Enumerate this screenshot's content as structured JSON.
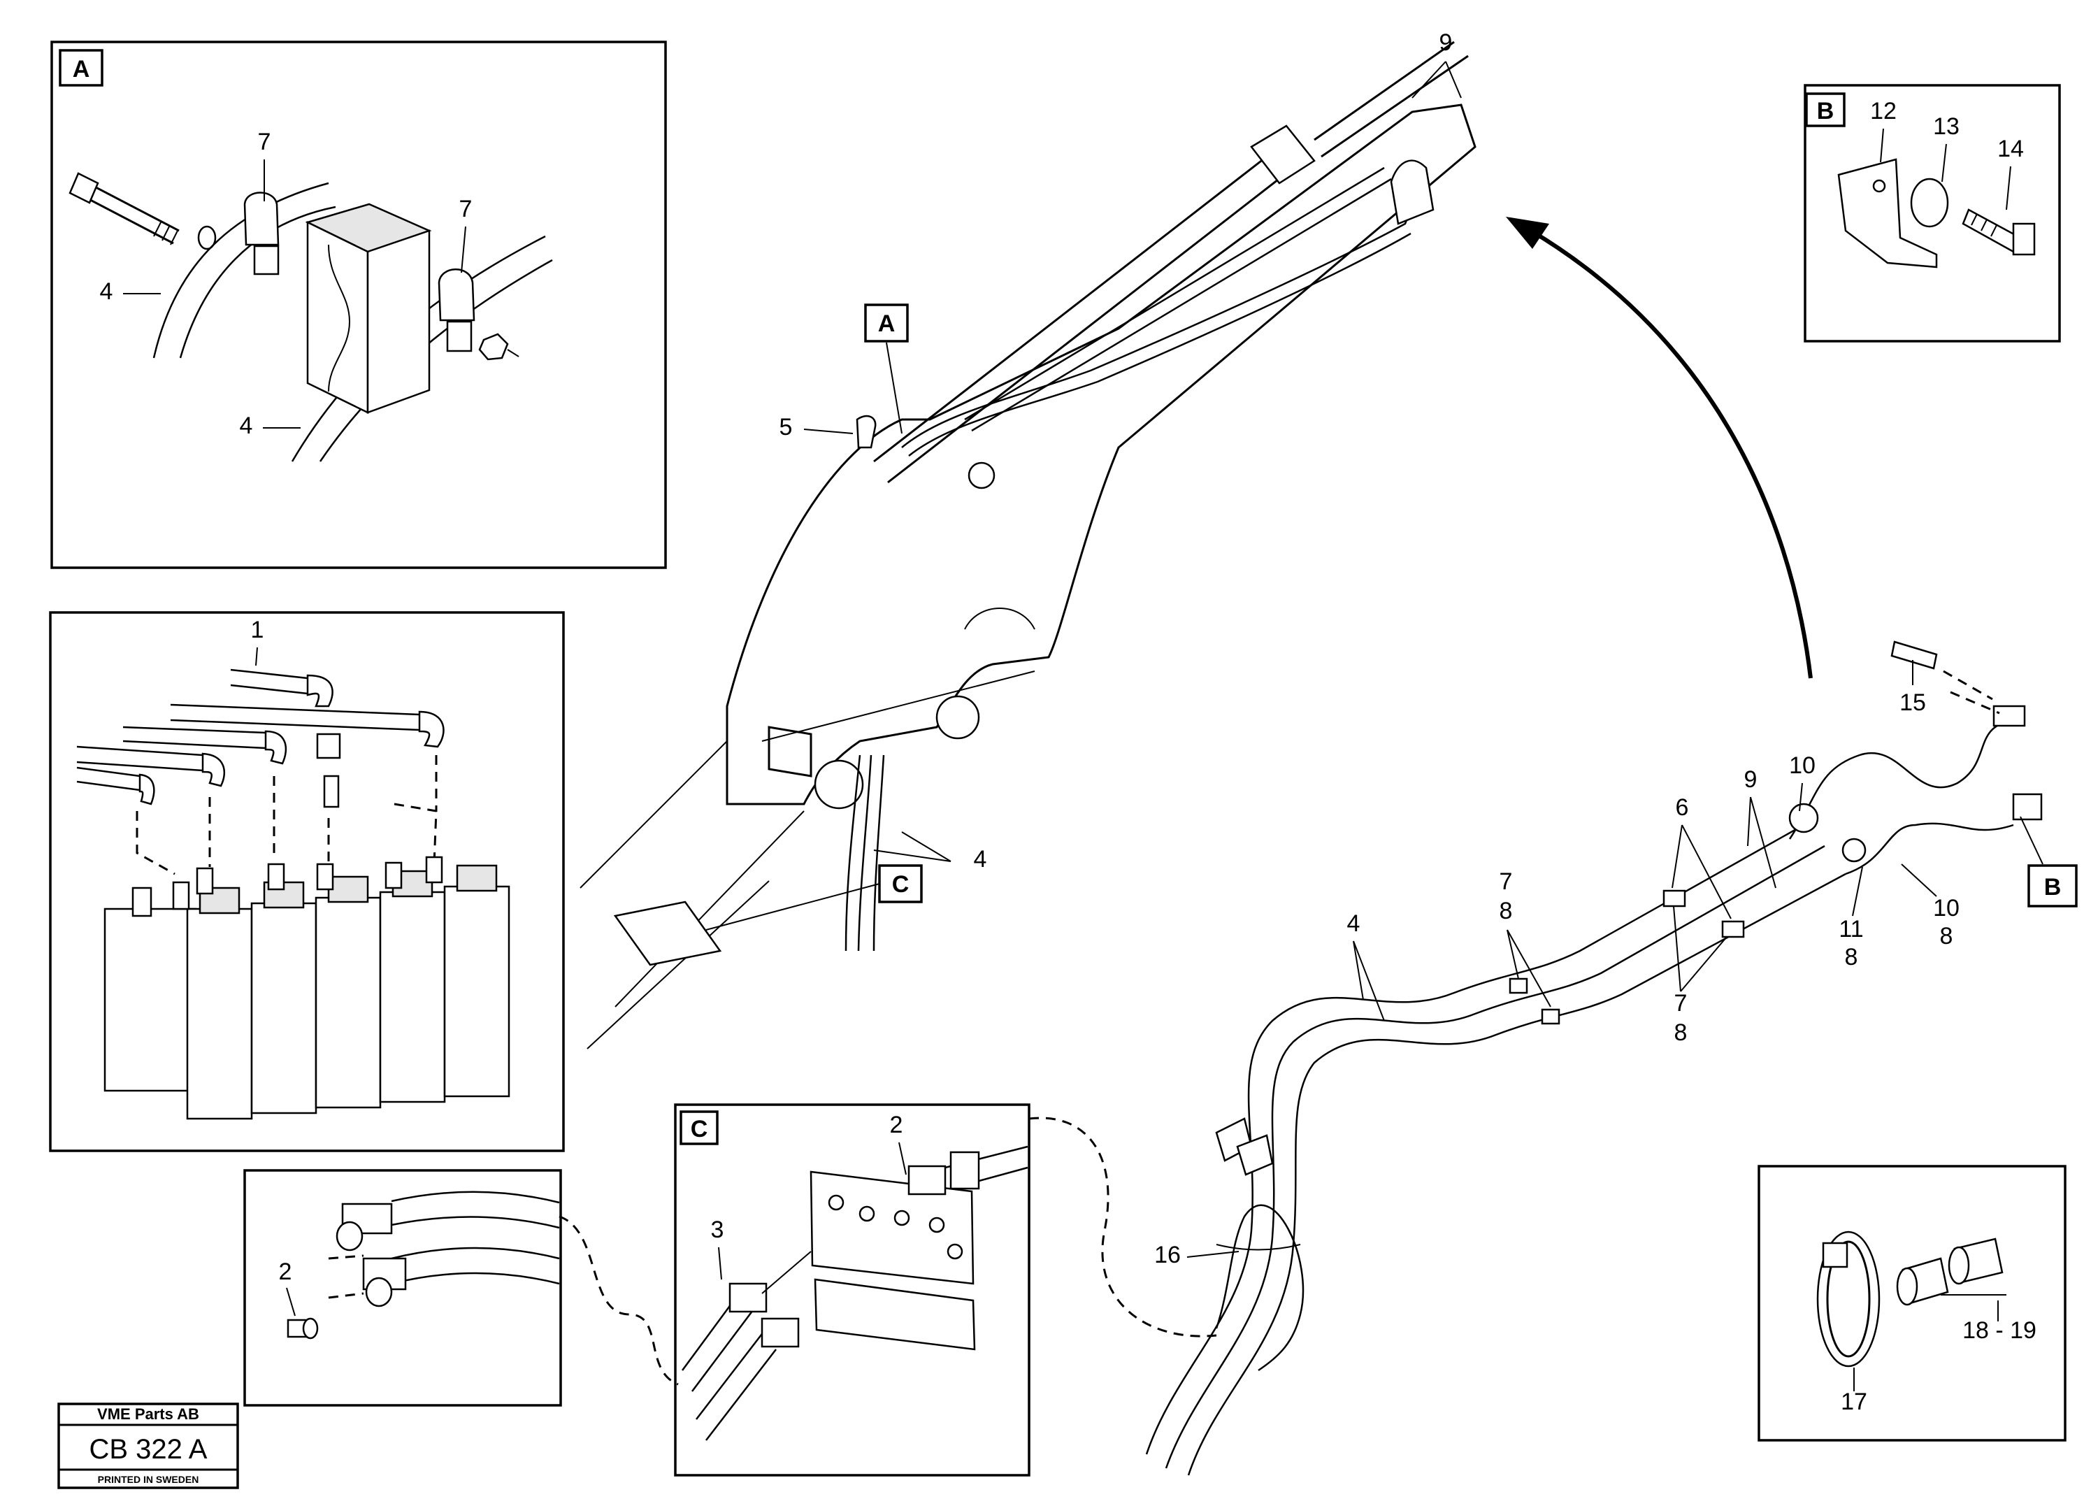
{
  "detail_tags": {
    "a": "A",
    "b": "B",
    "c": "C"
  },
  "callouts": {
    "c1": "1",
    "c2": "2",
    "c3": "3",
    "c4": "4",
    "c5": "5",
    "c6": "6",
    "c7": "7",
    "c8": "8",
    "c9": "9",
    "c10": "10",
    "c11": "11",
    "c12": "12",
    "c13": "13",
    "c14": "14",
    "c15": "15",
    "c16": "16",
    "c17": "17",
    "c18_19": "18 - 19"
  },
  "title_block": {
    "company": "VME Parts AB",
    "drawing_number": "CB 322 A",
    "printed": "PRINTED IN SWEDEN"
  }
}
